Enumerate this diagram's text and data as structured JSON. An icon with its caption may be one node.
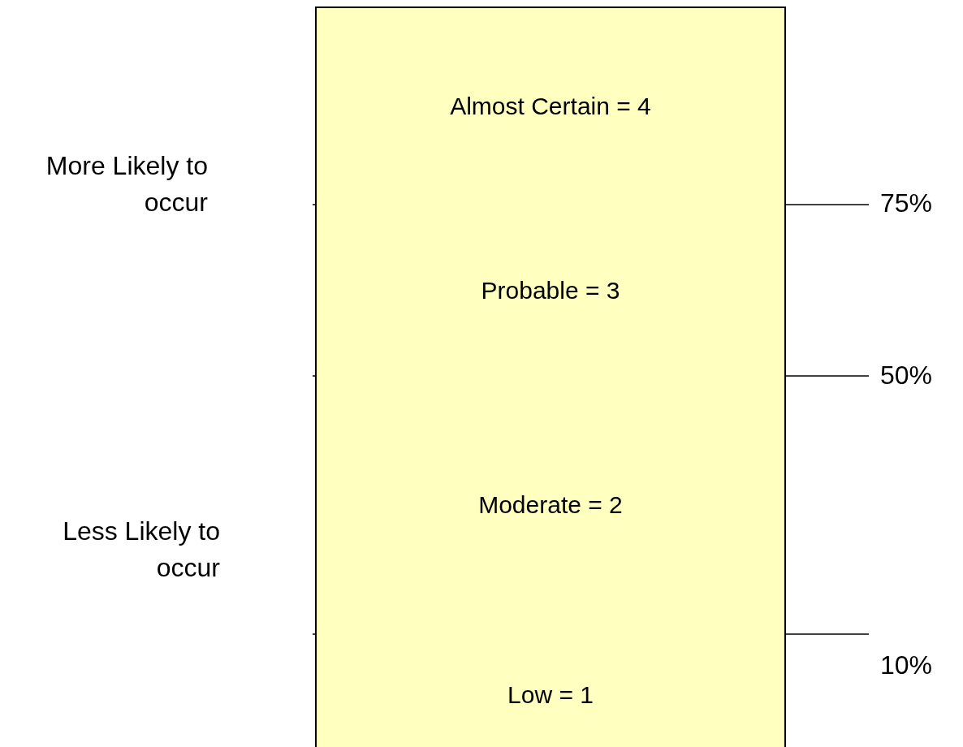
{
  "diagram": {
    "nodes": [
      {
        "text": [
          "Almost Certain = 4"
        ]
      },
      {
        "text": [
          "Probable = 3"
        ]
      },
      {
        "text": [
          "Moderate = 2"
        ]
      },
      {
        "text": [
          "Low = 1"
        ]
      }
    ],
    "labels": [
      "More Likely to occur",
      "75%",
      "50%",
      "Less Likely to occur",
      "10%"
    ]
  }
}
